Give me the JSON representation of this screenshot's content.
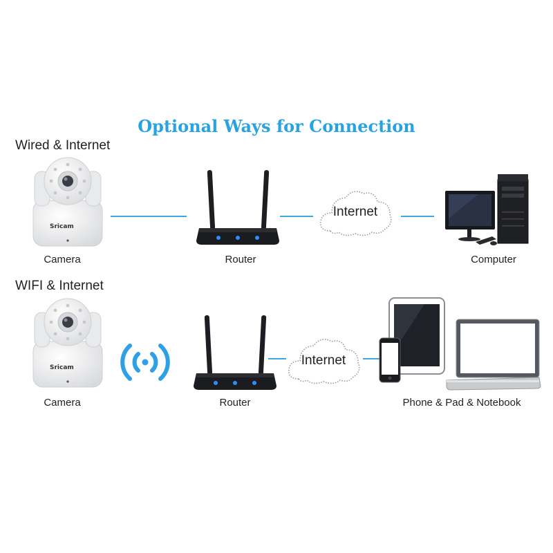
{
  "title": "Optional Ways for Connection",
  "sections": [
    {
      "heading": "Wired & Internet",
      "camera": {
        "label": "Camera",
        "brand": "Sricam"
      },
      "router_label": "Router",
      "cloud_label": "Internet",
      "endpoint_label": "Computer"
    },
    {
      "heading": "WIFI & Internet",
      "camera": {
        "label": "Camera",
        "brand": "Sricam"
      },
      "router_label": "Router",
      "cloud_label": "Internet",
      "endpoint_label": "Phone & Pad & Notebook"
    }
  ],
  "colors": {
    "accent": "#29a3e0",
    "line": "#3aa9de",
    "router_led": "#2d8cff"
  },
  "icons": [
    "ip-camera-icon",
    "router-icon",
    "cloud-icon",
    "desktop-computer-icon",
    "wifi-signal-icon",
    "tablet-icon",
    "phone-icon",
    "laptop-icon"
  ]
}
